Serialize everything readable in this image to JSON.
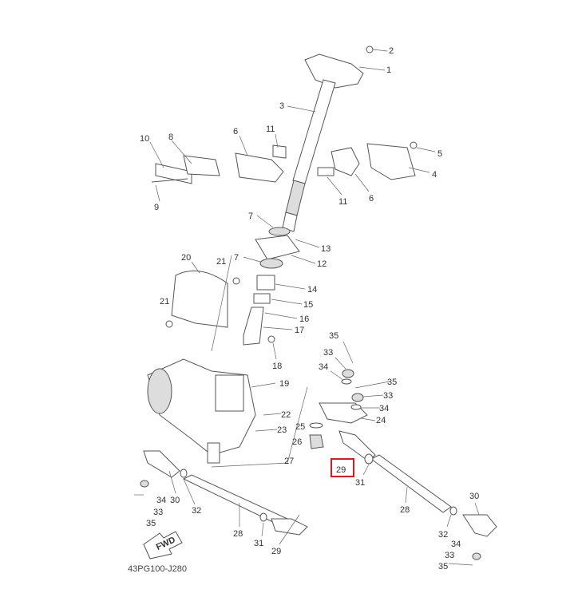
{
  "diagram_code": "43PG100-J280",
  "fwd_label": "FWD",
  "highlight_color": "#e8141c",
  "highlighted_callout": "29",
  "callouts": [
    "2",
    "1",
    "3",
    "10",
    "8",
    "6",
    "11",
    "5",
    "4",
    "9",
    "11",
    "6",
    "7",
    "13",
    "12",
    "20",
    "21",
    "7",
    "14",
    "15",
    "21",
    "16",
    "17",
    "18",
    "35",
    "33",
    "34",
    "35",
    "33",
    "34",
    "19",
    "24",
    "22",
    "23",
    "25",
    "26",
    "27",
    "29",
    "31",
    "30",
    "34",
    "33",
    "35",
    "32",
    "28",
    "31",
    "29",
    "28",
    "30",
    "32",
    "34",
    "33",
    "35"
  ]
}
